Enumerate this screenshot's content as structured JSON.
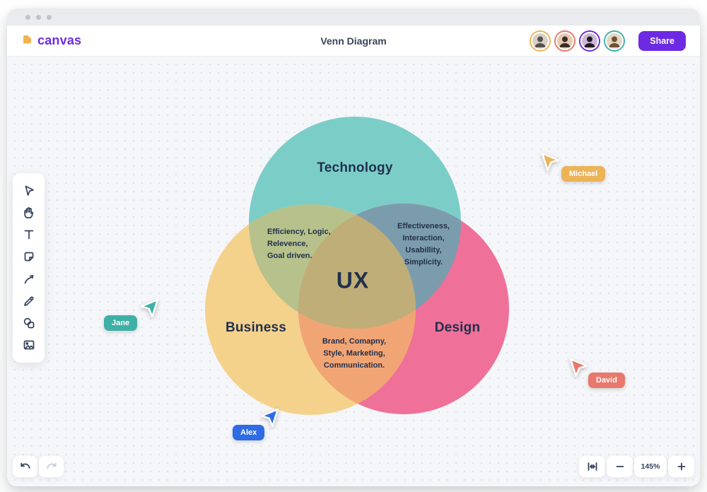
{
  "titlebar": {
    "window_controls": [
      "close",
      "minimize",
      "maximize"
    ]
  },
  "header": {
    "logo": "canvas",
    "logo_color": "#6D2BE8",
    "logo_icon": "page-icon",
    "logo_icon_color": "#F2B24E",
    "title": "Venn Diagram",
    "share": "Share",
    "share_color": "#6D2AE3",
    "avatars": [
      {
        "name": "avatar-1",
        "ring_color": "#ECB357"
      },
      {
        "name": "avatar-2",
        "ring_color": "#E8786B"
      },
      {
        "name": "avatar-3",
        "ring_color": "#6C2BD9"
      },
      {
        "name": "avatar-4",
        "ring_color": "#3FB0A5"
      }
    ]
  },
  "toolbar": {
    "tools": [
      "select",
      "hand",
      "text",
      "sticky-note",
      "connector",
      "pencil",
      "shapes",
      "image"
    ]
  },
  "venn": {
    "center_label": "UX",
    "circles": [
      {
        "label": "Technology",
        "color": "#7BCEC8"
      },
      {
        "label": "Business",
        "color": "#F4D28C"
      },
      {
        "label": "Design",
        "color": "#EF7098"
      }
    ],
    "overlaps": {
      "tech_business": {
        "text": "Efficiency, Logic,\nRelevence,\nGoal driven.",
        "color": "#B7C18B"
      },
      "tech_design": {
        "text": "Effectiveness,\nInteraction,\nUsabillity,\nSimplicity.",
        "color": "#7B9CAC"
      },
      "business_design": {
        "text": "Brand, Comapny,\nStyle, Marketing,\nCommunication.",
        "color": "#F2A574"
      },
      "center": {
        "color": "#BFAE77"
      }
    }
  },
  "collaborators": [
    {
      "name": "Michael",
      "color": "#ECB357",
      "pointing": "up-left"
    },
    {
      "name": "Jane",
      "color": "#3FB0A5",
      "pointing": "up-right"
    },
    {
      "name": "Alex",
      "color": "#2E6BE5",
      "pointing": "up-right"
    },
    {
      "name": "David",
      "color": "#E8786B",
      "pointing": "up-left"
    }
  ],
  "footer": {
    "zoom_level": "145%"
  }
}
